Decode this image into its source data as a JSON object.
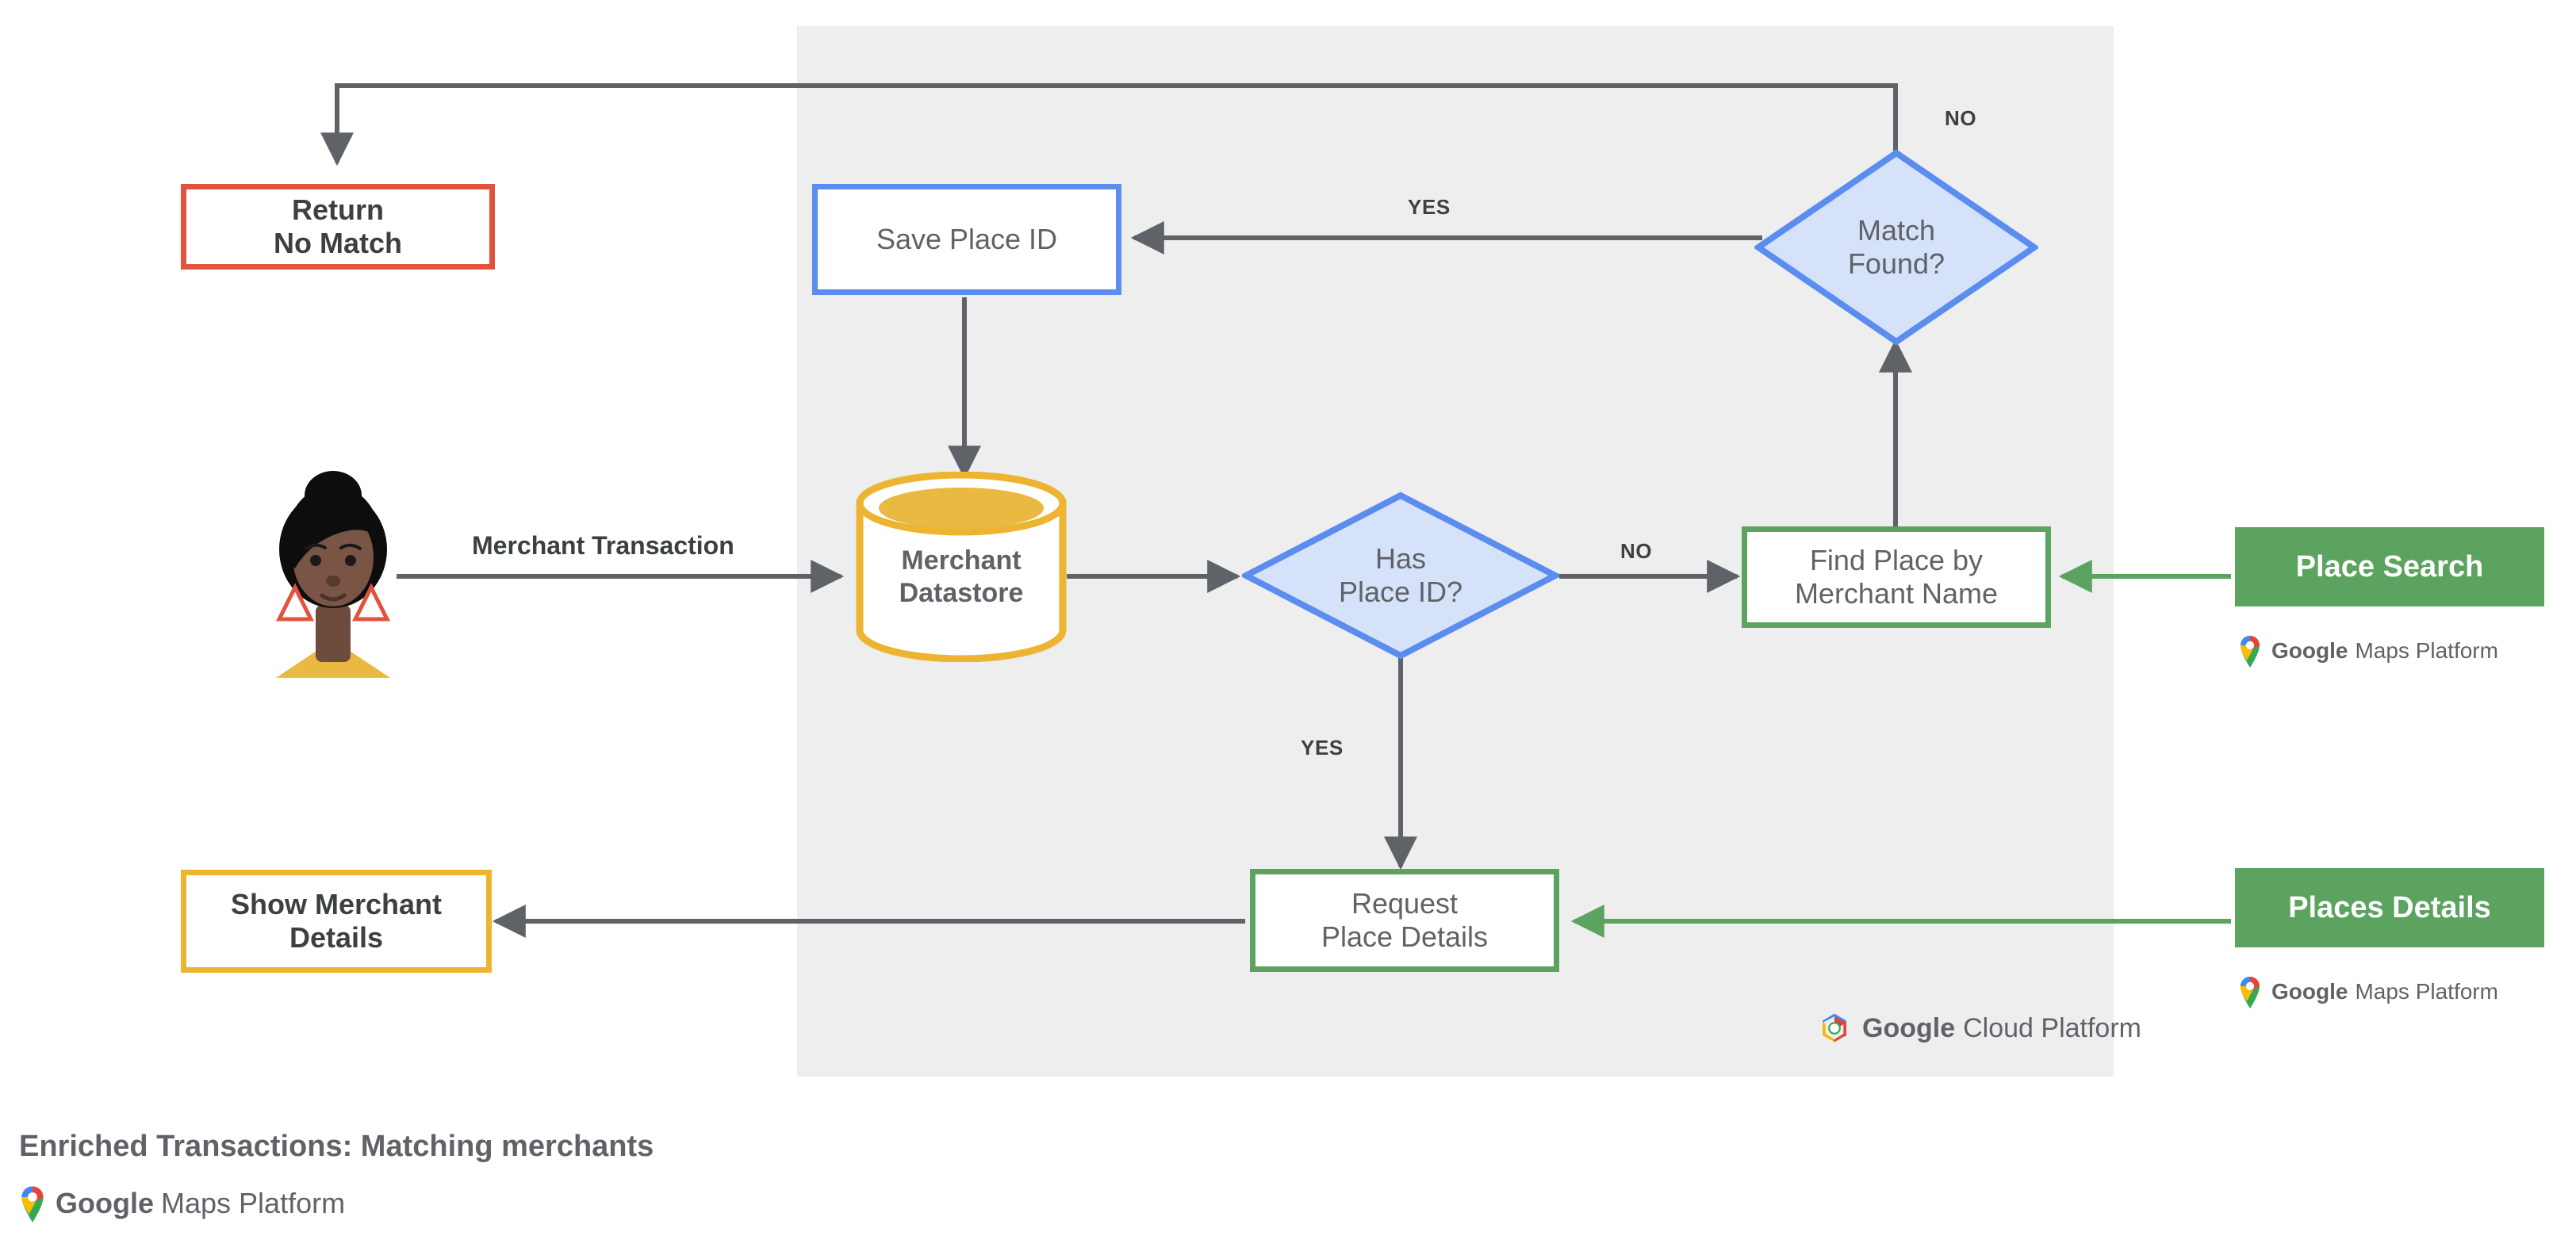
{
  "diagram": {
    "title": "Enriched Transactions: Matching merchants",
    "panel": {
      "name": "google-cloud-platform-panel",
      "logo_google": "Google",
      "logo_cloud_platform": "Cloud Platform"
    },
    "brand": {
      "google": "Google",
      "maps_platform": "Maps Platform",
      "colors": {
        "red": "#e0533d",
        "blue": "#5b8def",
        "blue_fill": "#d6e2fa",
        "green": "#5ba35f",
        "yellow": "#edb431",
        "yellow_fill": "#eab942",
        "gray_panel": "#eeeeee",
        "connector": "#5f6368",
        "text": "#3c4043"
      }
    },
    "nodes": [
      {
        "id": "return-no-match",
        "label_line1": "Return",
        "label_line2": "No Match",
        "shape": "rect",
        "style": "red"
      },
      {
        "id": "save-place-id",
        "label_line1": "Save Place ID",
        "label_line2": "",
        "shape": "rect",
        "style": "blue"
      },
      {
        "id": "match-found",
        "label_line1": "Match",
        "label_line2": "Found?",
        "shape": "diamond",
        "style": "blue"
      },
      {
        "id": "merchant-datastore",
        "label_line1": "Merchant",
        "label_line2": "Datastore",
        "shape": "cylinder",
        "style": "yellow"
      },
      {
        "id": "has-place-id",
        "label_line1": "Has",
        "label_line2": "Place ID?",
        "shape": "diamond",
        "style": "blue"
      },
      {
        "id": "find-place",
        "label_line1": "Find Place by",
        "label_line2": "Merchant Name",
        "shape": "rect",
        "style": "green"
      },
      {
        "id": "request-details",
        "label_line1": "Request",
        "label_line2": "Place Details",
        "shape": "rect",
        "style": "green"
      },
      {
        "id": "show-merchant",
        "label_line1": "Show Merchant",
        "label_line2": "Details",
        "shape": "rect",
        "style": "yellow"
      },
      {
        "id": "place-search",
        "label_line1": "Place Search",
        "label_line2": "",
        "shape": "rect",
        "style": "api-green"
      },
      {
        "id": "places-details",
        "label_line1": "Places Details",
        "label_line2": "",
        "shape": "rect",
        "style": "api-green"
      }
    ],
    "edge_labels": {
      "merchant_transaction": "Merchant Transaction",
      "match_found_no": "NO",
      "match_found_yes": "YES",
      "has_place_id_no": "NO",
      "has_place_id_yes": "YES"
    },
    "actor": {
      "id": "customer-avatar",
      "label": "customer"
    }
  }
}
